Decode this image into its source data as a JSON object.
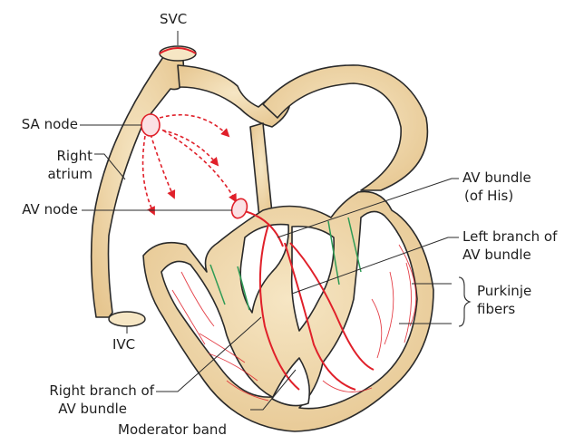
{
  "labels": {
    "svc": "SVC",
    "sa_node": "SA node",
    "right_atrium_1": "Right",
    "right_atrium_2": "atrium",
    "av_node": "AV node",
    "ivc": "IVC",
    "av_bundle_1": "AV bundle",
    "av_bundle_2": "(of His)",
    "left_branch_1": "Left branch of",
    "left_branch_2": "AV bundle",
    "purkinje_1": "Purkinje",
    "purkinje_2": "fibers",
    "right_branch_1": "Right branch of",
    "right_branch_2": "AV bundle",
    "moderator_band": "Moderator band"
  },
  "colors": {
    "wall_fill": "#ecd3a2",
    "wall_stroke": "#2a2a2a",
    "conduction": "#e0202a",
    "node_fill": "#fbe1e4",
    "valve": "#2e9b55",
    "leader": "#2a2a2a"
  }
}
